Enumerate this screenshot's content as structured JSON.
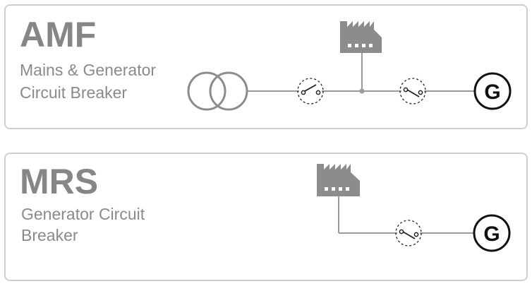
{
  "panels": {
    "amf": {
      "title": "AMF",
      "subtitle_line1": "Mains & Generator",
      "subtitle_line2": "Circuit Breaker",
      "generator_label": "G"
    },
    "mrs": {
      "title": "MRS",
      "subtitle_line1": "Generator Circuit",
      "subtitle_line2": "Breaker",
      "generator_label": "G"
    }
  },
  "colors": {
    "panel_border": "#cfcfcf",
    "title_text": "#868686",
    "line": "#9a9a9a",
    "factory_icon": "#8c8c8c",
    "generator_ring": "#111111"
  },
  "icons": [
    "transformer-icon",
    "circuit-breaker-icon",
    "factory-icon",
    "generator-icon"
  ]
}
